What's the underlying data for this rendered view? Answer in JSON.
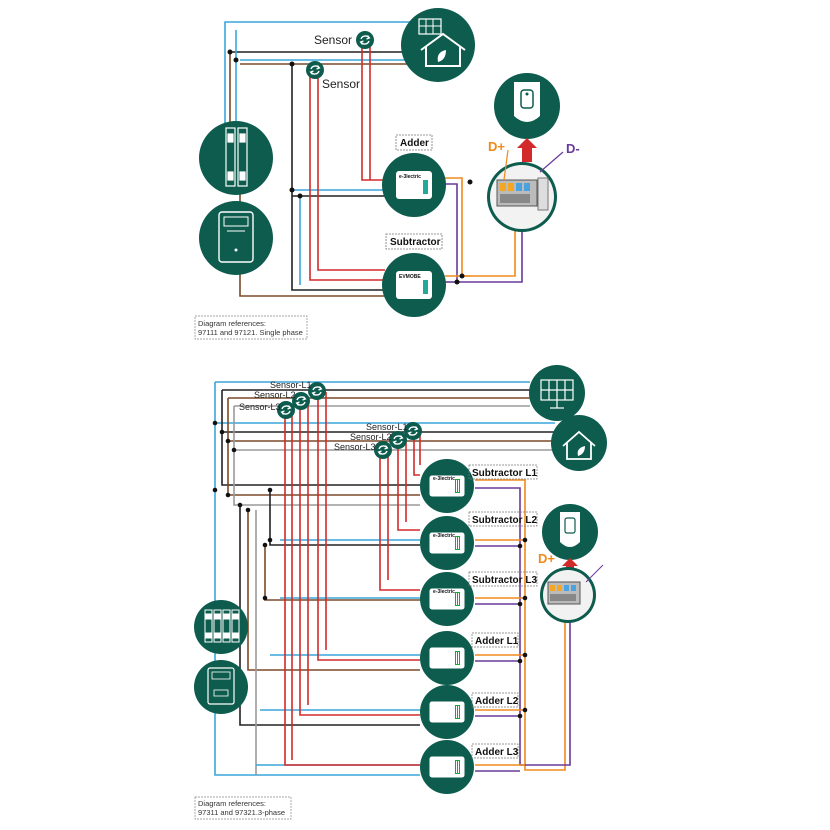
{
  "colors": {
    "blue": "#3aa6dc",
    "black": "#222222",
    "red": "#d22a2a",
    "brown": "#7a4a2a",
    "grey": "#9a9a9a",
    "orange": "#f08a1c",
    "purple": "#6a3a9a",
    "green": "#0d5c4e"
  },
  "single_phase": {
    "sensor_labels": [
      "Sensor",
      "Sensor"
    ],
    "adder_label": "Adder",
    "subtractor_label": "Subtractor",
    "adder_device_text": "e-3lectric",
    "subtractor_device_text": "EVMOBE",
    "d_plus": "D+",
    "d_minus": "D-",
    "ref_line1": "Diagram references:",
    "ref_line2": "97111 and 97121. Single phase"
  },
  "three_phase": {
    "sensor_top_labels": [
      "Sensor-L1",
      "Sensor-L2",
      "Sensor-L3"
    ],
    "sensor_mid_labels": [
      "Sensor-L1",
      "Sensor-L2",
      "Sensor-L3"
    ],
    "subtractor_labels": [
      "Subtractor L1",
      "Subtractor L2",
      "Subtractor L3"
    ],
    "adder_labels": [
      "Adder L1",
      "Adder L2",
      "Adder L3"
    ],
    "device_text": "e-3lectric",
    "d_plus": "D+",
    "ref_line1": "Diagram references:",
    "ref_line2": "97311 and 97321.3-phase"
  },
  "icons": [
    "solar-panel-icon",
    "house-icon",
    "breaker-icon",
    "energy-meter-icon",
    "ev-charger-icon",
    "terminal-block-icon",
    "sync-sensor-icon"
  ]
}
